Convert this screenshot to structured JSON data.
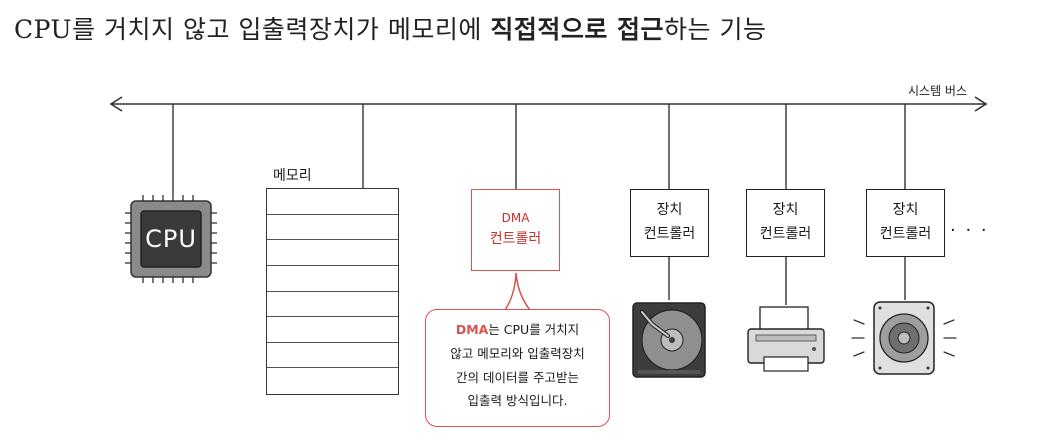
{
  "title": {
    "prefix": "CPU를 거치지 않고 입출력장치가 메모리에 ",
    "bold1": "직접적으로 접근",
    "suffix": "하는 기능"
  },
  "bus": {
    "label": "시스템 버스"
  },
  "cpu": {
    "label": "CPU",
    "icon": "cpu-chip-icon"
  },
  "memory": {
    "label": "메모리",
    "rows": 8
  },
  "dma": {
    "line1": "DMA",
    "line2": "컨트롤러"
  },
  "controllers": [
    {
      "line1": "장치",
      "line2": "컨트롤러",
      "device_icon": "hard-disk-icon"
    },
    {
      "line1": "장치",
      "line2": "컨트롤러",
      "device_icon": "printer-icon"
    },
    {
      "line1": "장치",
      "line2": "컨트롤러",
      "device_icon": "speaker-icon"
    }
  ],
  "more": "· · ·",
  "bubble": {
    "highlight": "DMA",
    "line1_rest": "는 CPU를 거치지",
    "line2": "않고 메모리와 입출력장치",
    "line3": "간의 데이터를 주고받는",
    "line4": "입출력 방식입니다."
  },
  "colors": {
    "accent": "#d9534f",
    "line": "#333333"
  }
}
